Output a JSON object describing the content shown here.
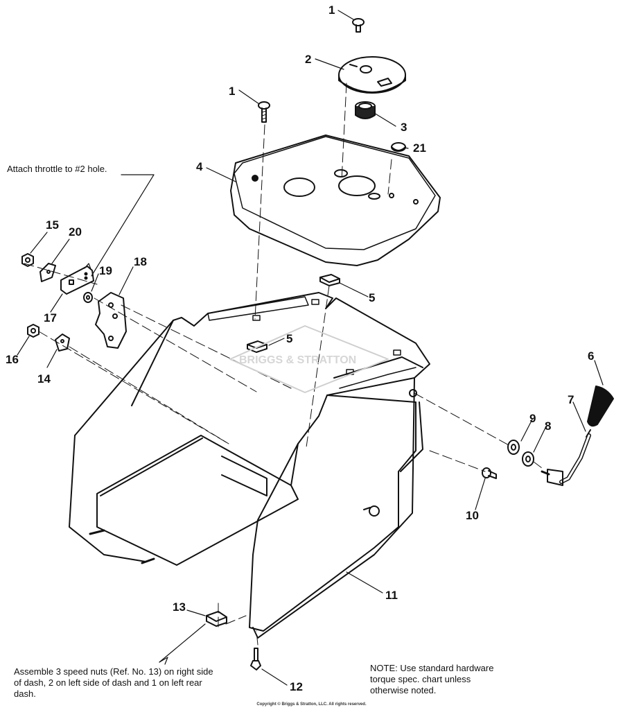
{
  "labels": {
    "p1a": "1",
    "p1b": "1",
    "p2": "2",
    "p3": "3",
    "p4": "4",
    "p5a": "5",
    "p5b": "5",
    "p6": "6",
    "p7": "7",
    "p8": "8",
    "p9": "9",
    "p10": "10",
    "p11": "11",
    "p12": "12",
    "p13": "13",
    "p14": "14",
    "p15": "15",
    "p16": "16",
    "p17": "17",
    "p18": "18",
    "p19": "19",
    "p20": "20",
    "p21": "21"
  },
  "notes": {
    "throttle": "Attach throttle to #2 hole.",
    "speed_nuts": "Assemble 3 speed nuts (Ref. No. 13) on right side of dash, 2 on left side of dash and 1 on left rear dash.",
    "hardware": "NOTE: Use standard hardware torque spec. chart unless otherwise noted."
  },
  "watermark": "BRIGGS & STRATTON",
  "copyright": "Copyright © Briggs & Stratton, LLC. All rights reserved."
}
